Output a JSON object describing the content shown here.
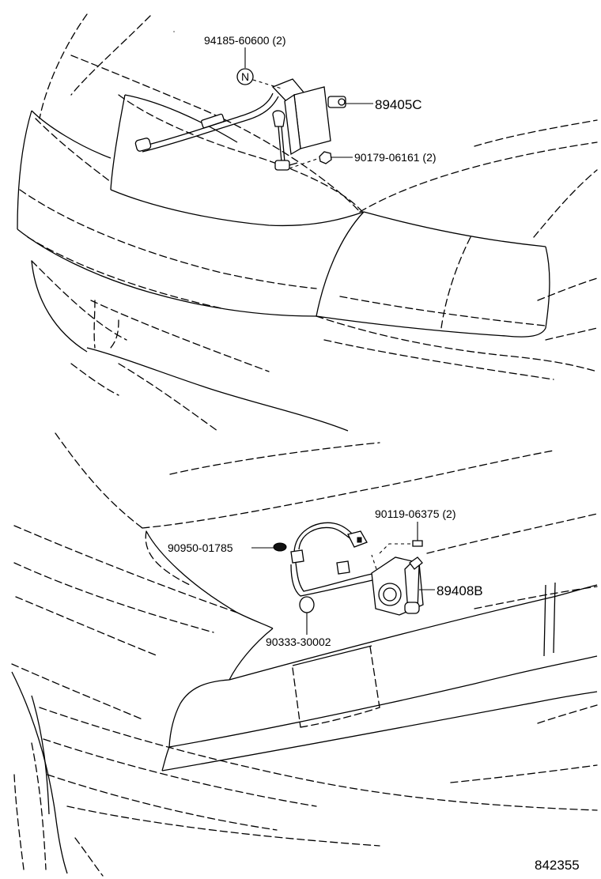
{
  "diagram_number": "842355",
  "upper_assembly": {
    "callouts": {
      "nut_symbol": "N",
      "part_94185": "94185-60600 (2)",
      "part_89405C": "89405C",
      "part_90179": "90179-06161 (2)"
    }
  },
  "lower_assembly": {
    "callouts": {
      "part_90119": "90119-06375 (2)",
      "part_90950": "90950-01785",
      "part_89408B": "89408B",
      "part_90333": "90333-30002"
    }
  }
}
